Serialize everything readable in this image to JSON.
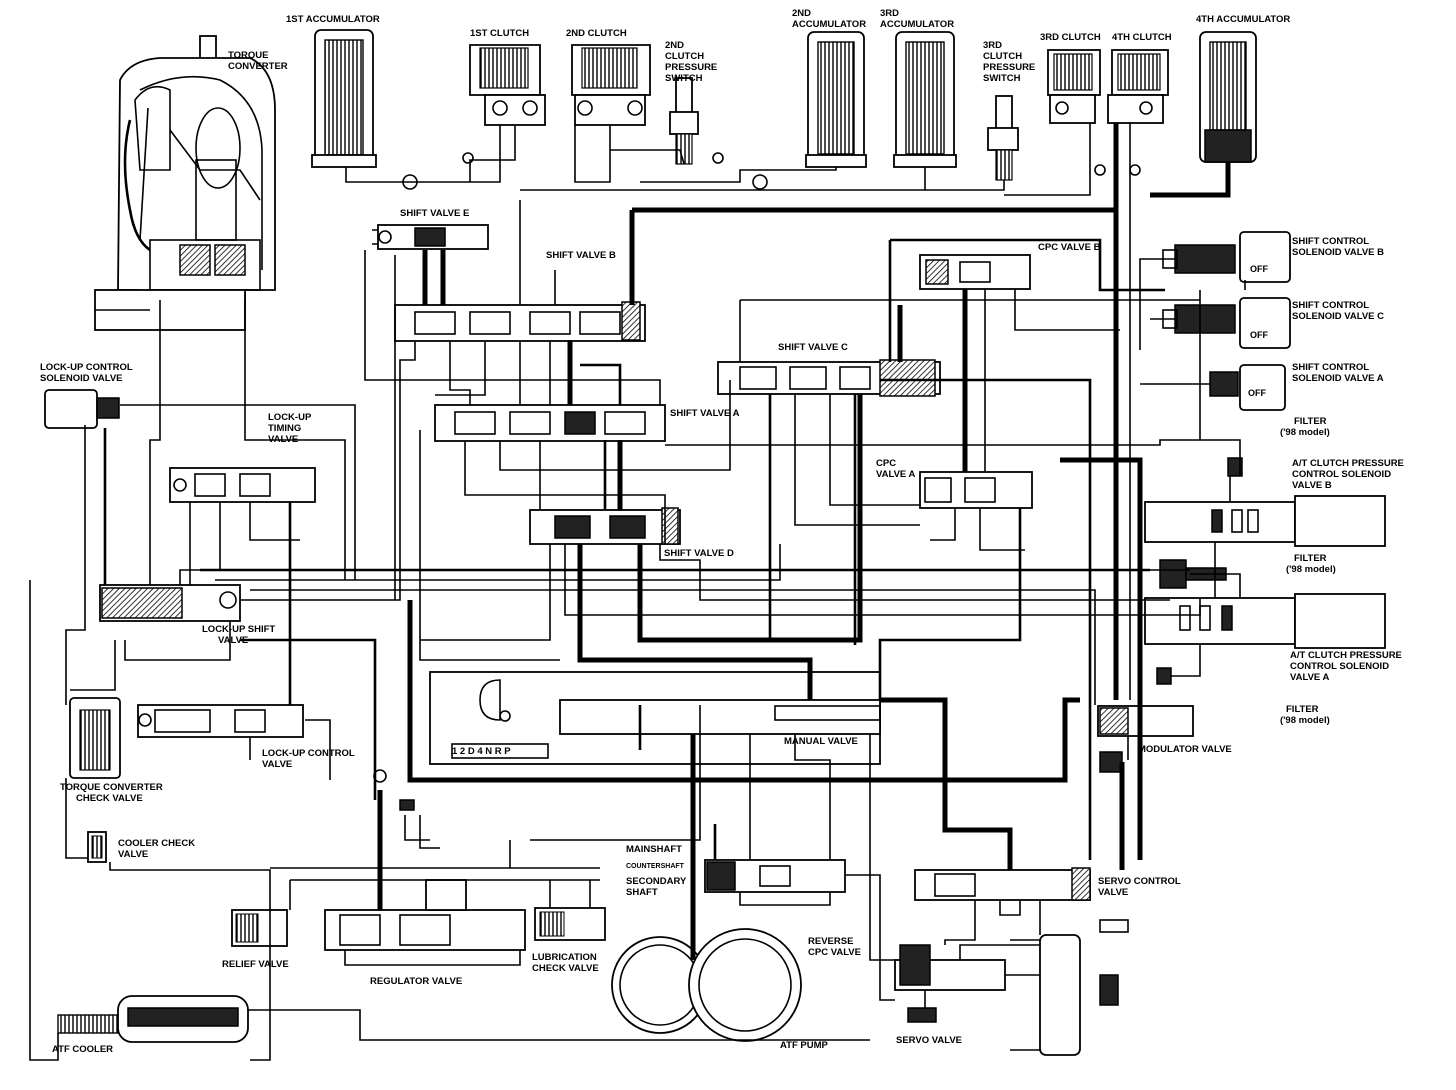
{
  "labels": {
    "acc1": "1ST ACCUMULATOR",
    "clutch1": "1ST CLUTCH",
    "clutch2": "2ND CLUTCH",
    "clutch2_switch": [
      "2ND",
      "CLUTCH",
      "PRESSURE",
      "SWITCH"
    ],
    "acc2": [
      "2ND",
      "ACCUMULATOR"
    ],
    "acc3": [
      "3RD",
      "ACCUMULATOR"
    ],
    "clutch3_switch": [
      "3RD",
      "CLUTCH",
      "PRESSURE",
      "SWITCH"
    ],
    "clutch3": "3RD CLUTCH",
    "clutch4": "4TH CLUTCH",
    "acc4": "4TH ACCUMULATOR",
    "torque_converter": [
      "TORQUE",
      "CONVERTER"
    ],
    "shift_valve_e": "SHIFT VALVE E",
    "shift_valve_b": "SHIFT VALVE B",
    "cpc_valve_b": "CPC VALVE B",
    "sc_solenoid_b": [
      "SHIFT CONTROL",
      "SOLENOID VALVE B"
    ],
    "sc_solenoid_c": [
      "SHIFT CONTROL",
      "SOLENOID VALVE C"
    ],
    "sc_solenoid_a": [
      "SHIFT CONTROL",
      "SOLENOID VALVE A"
    ],
    "off": "OFF",
    "lockup_solenoid": [
      "LOCK-UP CONTROL",
      "SOLENOID VALVE"
    ],
    "shift_valve_c": "SHIFT VALVE C",
    "shift_valve_a": "SHIFT VALVE A",
    "lockup_timing": [
      "LOCK-UP",
      "TIMING",
      "VALVE"
    ],
    "filter_top": [
      "FILTER",
      "('98 model)"
    ],
    "cpc_valve_a": [
      "CPC",
      "VALVE A"
    ],
    "at_clutch_b": [
      "A/T CLUTCH PRESSURE",
      "CONTROL SOLENOID",
      "VALVE B"
    ],
    "shift_valve_d": "SHIFT VALVE D",
    "filter_mid": [
      "FILTER",
      "('98 model)"
    ],
    "lockup_shift": [
      "LOCK-UP SHIFT",
      "VALVE"
    ],
    "at_clutch_a": [
      "A/T CLUTCH PRESSURE",
      "CONTROL SOLENOID",
      "VALVE A"
    ],
    "filter_bot": [
      "FILTER",
      "('98 model)"
    ],
    "tc_check": [
      "TORQUE CONVERTER",
      "CHECK VALVE"
    ],
    "lockup_control": [
      "LOCK-UP CONTROL",
      "VALVE"
    ],
    "manual_valve": "MANUAL VALVE",
    "modulator_valve": "MODULATOR VALVE",
    "cooler_check": [
      "COOLER CHECK",
      "VALVE"
    ],
    "mainshaft": "MAINSHAFT",
    "countershaft": "COUNTERSHAFT",
    "secondary_shaft": [
      "SECONDARY",
      "SHAFT"
    ],
    "servo_control": [
      "SERVO CONTROL",
      "VALVE"
    ],
    "relief": "RELIEF VALVE",
    "regulator": "REGULATOR VALVE",
    "lubrication_check": [
      "LUBRICATION",
      "CHECK VALVE"
    ],
    "reverse_cpc": [
      "REVERSE",
      "CPC VALVE"
    ],
    "atf_cooler": "ATF COOLER",
    "atf_pump": "ATF PUMP",
    "servo_valve": "SERVO VALVE",
    "gear_positions": "1 2 D 4 N R P"
  }
}
